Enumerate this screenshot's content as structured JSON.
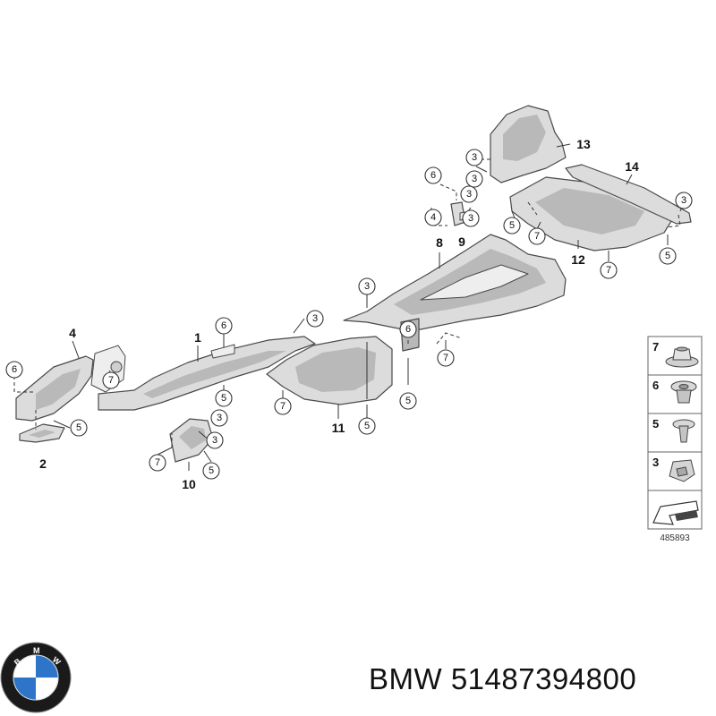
{
  "parts": [
    {
      "id": "p1",
      "label": "1"
    },
    {
      "id": "p2",
      "label": "2"
    },
    {
      "id": "p4",
      "label": "4"
    },
    {
      "id": "p8",
      "label": "8"
    },
    {
      "id": "p9",
      "label": "9"
    },
    {
      "id": "p10",
      "label": "10"
    },
    {
      "id": "p11",
      "label": "11"
    },
    {
      "id": "p12",
      "label": "12"
    },
    {
      "id": "p13",
      "label": "13"
    },
    {
      "id": "p14",
      "label": "14"
    }
  ],
  "callouts": [
    "3",
    "4",
    "5",
    "6",
    "7"
  ],
  "legend": {
    "items": [
      "7",
      "6",
      "5",
      "3"
    ],
    "diagram_id": "485893"
  },
  "brand": {
    "logo_letters": "BMW",
    "logo_colors": {
      "blue": "#2e74c9",
      "ring": "#1a1a1a",
      "white": "#ffffff"
    },
    "caption": "BMW 51487394800"
  }
}
